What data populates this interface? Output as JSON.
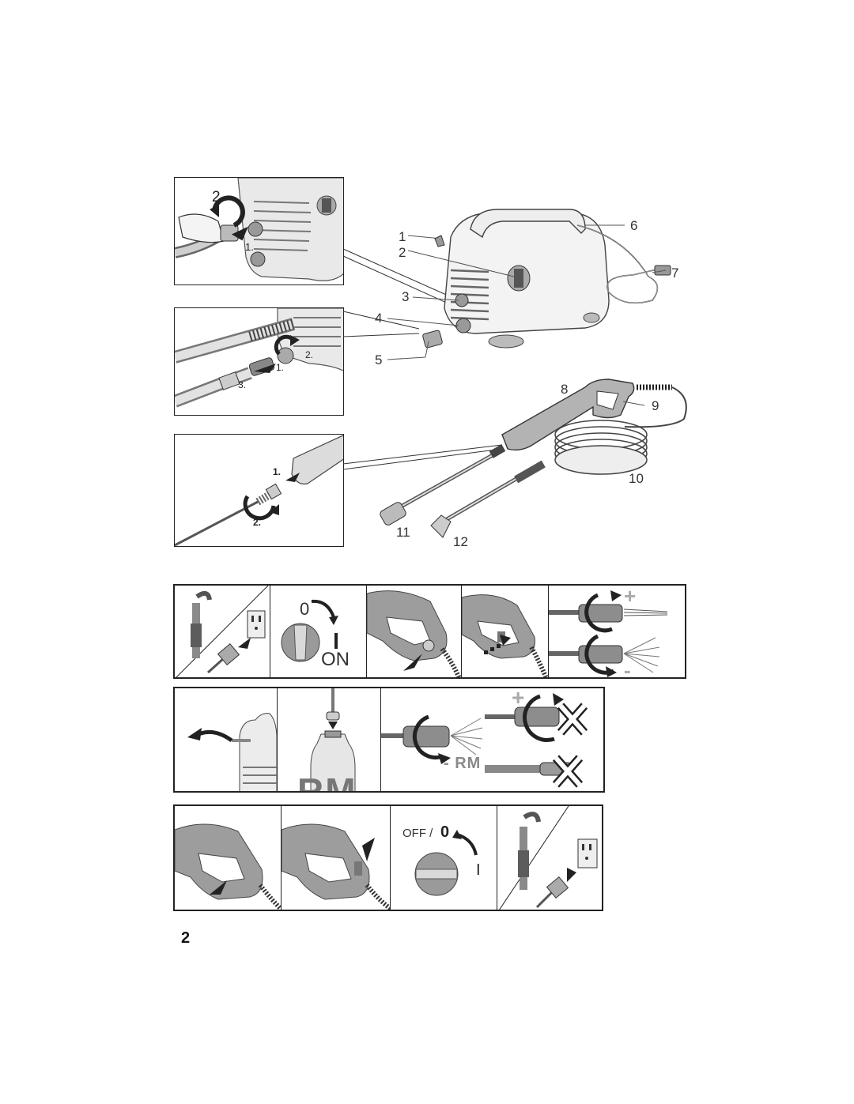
{
  "figure": {
    "callouts": [
      "1",
      "2",
      "3",
      "4",
      "5",
      "6",
      "7",
      "8",
      "9",
      "10",
      "11",
      "12"
    ],
    "inset_connect_steps": [
      "2.",
      "1."
    ],
    "inset_hose_steps": [
      "2.",
      "1.",
      "3."
    ],
    "inset_lance_steps": [
      "1.",
      "2."
    ]
  },
  "operation_strip": {
    "switch_off_digit": "0",
    "switch_on_mark": "I",
    "switch_on_label": "ON",
    "spray_plus": "+",
    "spray_minus": "-"
  },
  "detergent_strip": {
    "bottle_label": "RM",
    "nozzle_minus_label": "- RM",
    "plus_mark": "+"
  },
  "shutdown_strip": {
    "off_label": "OFF /",
    "off_digit": "0",
    "on_mark": "I"
  },
  "page": {
    "number": "2"
  }
}
